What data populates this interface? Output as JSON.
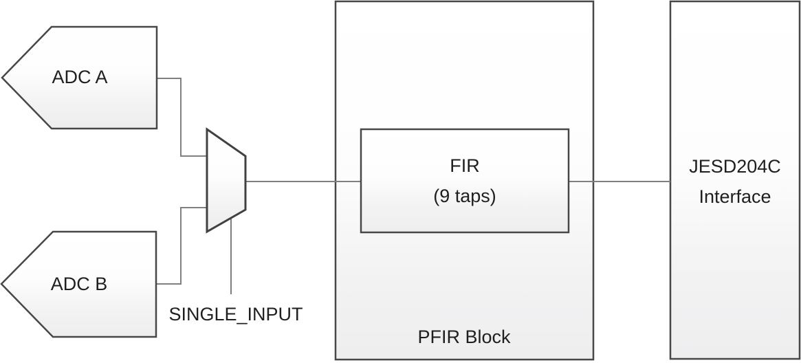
{
  "diagram": {
    "blocks": {
      "adc_a": {
        "label": "ADC A"
      },
      "adc_b": {
        "label": "ADC B"
      },
      "fir": {
        "label_line1": "FIR",
        "label_line2": "(9 taps)"
      },
      "pfir": {
        "label": "PFIR Block"
      },
      "jesd": {
        "label_line1": "JESD204C",
        "label_line2": "Interface"
      }
    },
    "signals": {
      "single_input": "SINGLE_INPUT"
    },
    "colors": {
      "shape_border": "#474747",
      "wire": "#7f7f7f",
      "text": "#1f1f1f",
      "shape_fill_top": "#ffffff",
      "shape_fill_bottom": "#eeeeef",
      "background": "#ffffff"
    }
  }
}
